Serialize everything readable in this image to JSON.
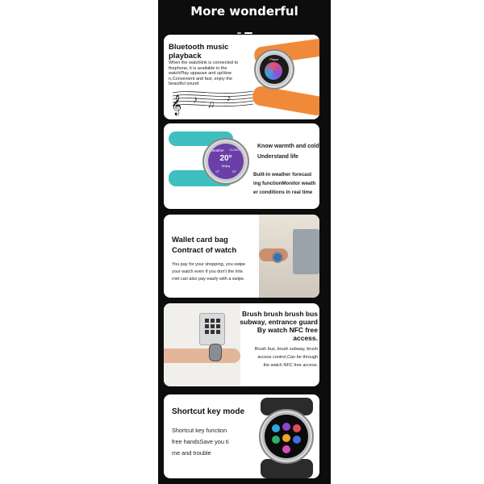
{
  "header": {
    "title": "More wonderful"
  },
  "cards": [
    {
      "heading": "Bluetooth music playback",
      "body": "When the watchlink is connected to thephone, it is available in the watchPlay uppause and up/dow n,Convenient and fast, enjoy the beautiful sound",
      "watch_label": "Player"
    },
    {
      "heading_lines": [
        "Know warmth and cold",
        "Understand life"
      ],
      "body_lines": [
        "Built-in weather forecast",
        "ing functionMonitor weath",
        "er conditions in real time"
      ],
      "watch_title": "Weather",
      "watch_badge": "CLOUDY",
      "watch_temp": "20°",
      "watch_city": "Beijing",
      "watch_low": "12°",
      "watch_high": "18°"
    },
    {
      "heading_lines": [
        "Wallet card bag",
        "Contract of watch"
      ],
      "body_lines": [
        "You pay for your shopping, you swipe",
        "your watch even if you don't the Inte",
        "rnet can also pay easily with a swipe."
      ]
    },
    {
      "heading_lines": [
        "Brush brush brush bus",
        "subway, entrance guard",
        "By watch NFC free",
        "access."
      ],
      "body_lines": [
        "Brush bus, brush subway, brush",
        "access control,Can be through",
        "the watch NFC free access."
      ]
    },
    {
      "heading": "Shortcut key mode",
      "body_lines": [
        "Shortcut key function",
        "free handsSave you ti",
        "me and trouble"
      ]
    }
  ],
  "colors": {
    "strip_bg": "#0d0d0d",
    "orange_strap": "#f08a3a",
    "teal_strap": "#3fbfbf",
    "weather_face": "#6a3fa8"
  }
}
